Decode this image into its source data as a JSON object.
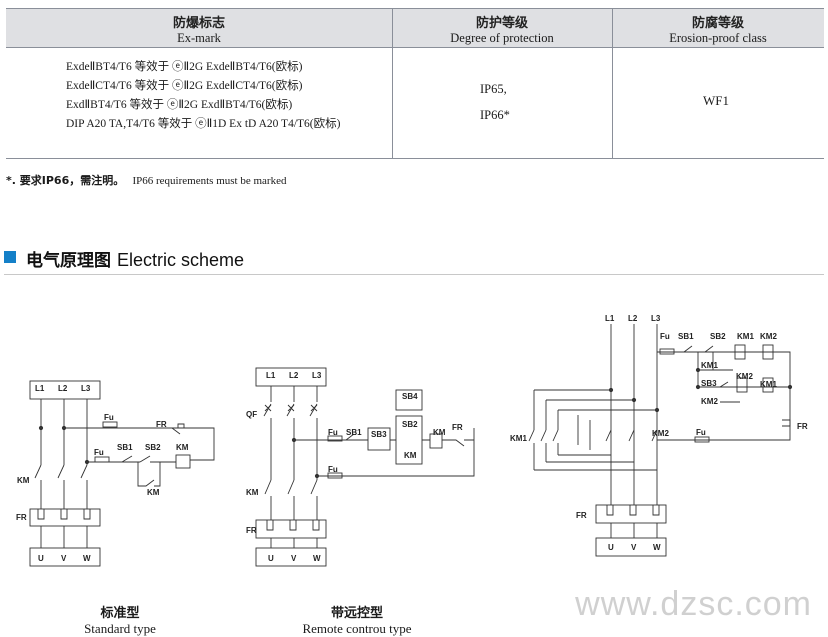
{
  "table": {
    "headers": [
      {
        "zh": "防爆标志",
        "en": "Ex-mark"
      },
      {
        "zh": "防护等级",
        "en": "Degree of protection"
      },
      {
        "zh": "防腐等级",
        "en": "Erosion-proof  class"
      }
    ],
    "ex_marks": [
      "ExdeⅡBT4/T6 等效于 ⓔⅡ2G ExdeⅡBT4/T6(欧标)",
      "ExdeⅡCT4/T6 等效于 ⓔⅡ2G ExdeⅡCT4/T6(欧标)",
      "ExdⅡBT4/T6 等效于 ⓔⅡ2G ExdⅡBT4/T6(欧标)",
      "DIP A20 TA,T4/T6 等效于 ⓔⅡ1D Ex tD A20 T4/T6(欧标)"
    ],
    "protection": [
      "IP65,",
      "IP66*"
    ],
    "erosion": "WF1"
  },
  "note": {
    "zh": "*. 要求IP66，需注明。",
    "en": "IP66 requirements must be marked"
  },
  "section": {
    "zh": "电气原理图",
    "en": "Electric scheme"
  },
  "diagram1": {
    "phases": [
      "L1",
      "L2",
      "L3"
    ],
    "outputs": [
      "U",
      "V",
      "W"
    ],
    "labels": {
      "fu1": "Fu",
      "fu2": "Fu",
      "fr_contact": "FR",
      "sb1": "SB1",
      "sb2": "SB2",
      "km_coil": "KM",
      "km_aux": "KM",
      "km_main": "KM",
      "fr_relay": "FR"
    },
    "caption_zh": "标准型",
    "caption_en": "Standard type"
  },
  "diagram2": {
    "phases": [
      "L1",
      "L2",
      "L3"
    ],
    "outputs": [
      "U",
      "V",
      "W"
    ],
    "labels": {
      "qf": "QF",
      "fu1": "Fu",
      "fu2": "Fu",
      "sb1": "SB1",
      "sb3": "SB3",
      "sb4": "SB4",
      "sb2": "SB2",
      "km_box": "KM",
      "km_coil": "KM",
      "fr_contact": "FR",
      "km_main": "KM",
      "fr_relay": "FR"
    },
    "caption_zh": "带远控型",
    "caption_en": "Remote controu type"
  },
  "diagram3": {
    "phases": [
      "L1",
      "L2",
      "L3"
    ],
    "outputs": [
      "U",
      "V",
      "W"
    ],
    "labels": {
      "fu1": "Fu",
      "sb1": "SB1",
      "sb2": "SB2",
      "km1_top": "KM1",
      "km2_top": "KM2",
      "km1_aux": "KM1",
      "sb3": "SB3",
      "km2_coil": "KM2",
      "km1_coil": "KM1",
      "km2_aux": "KM2",
      "km1_main": "KM1",
      "km2_main": "KM2",
      "fu2": "Fu",
      "fr_contact": "FR",
      "fr_relay": "FR"
    }
  },
  "watermark": "www.dzsc.com"
}
